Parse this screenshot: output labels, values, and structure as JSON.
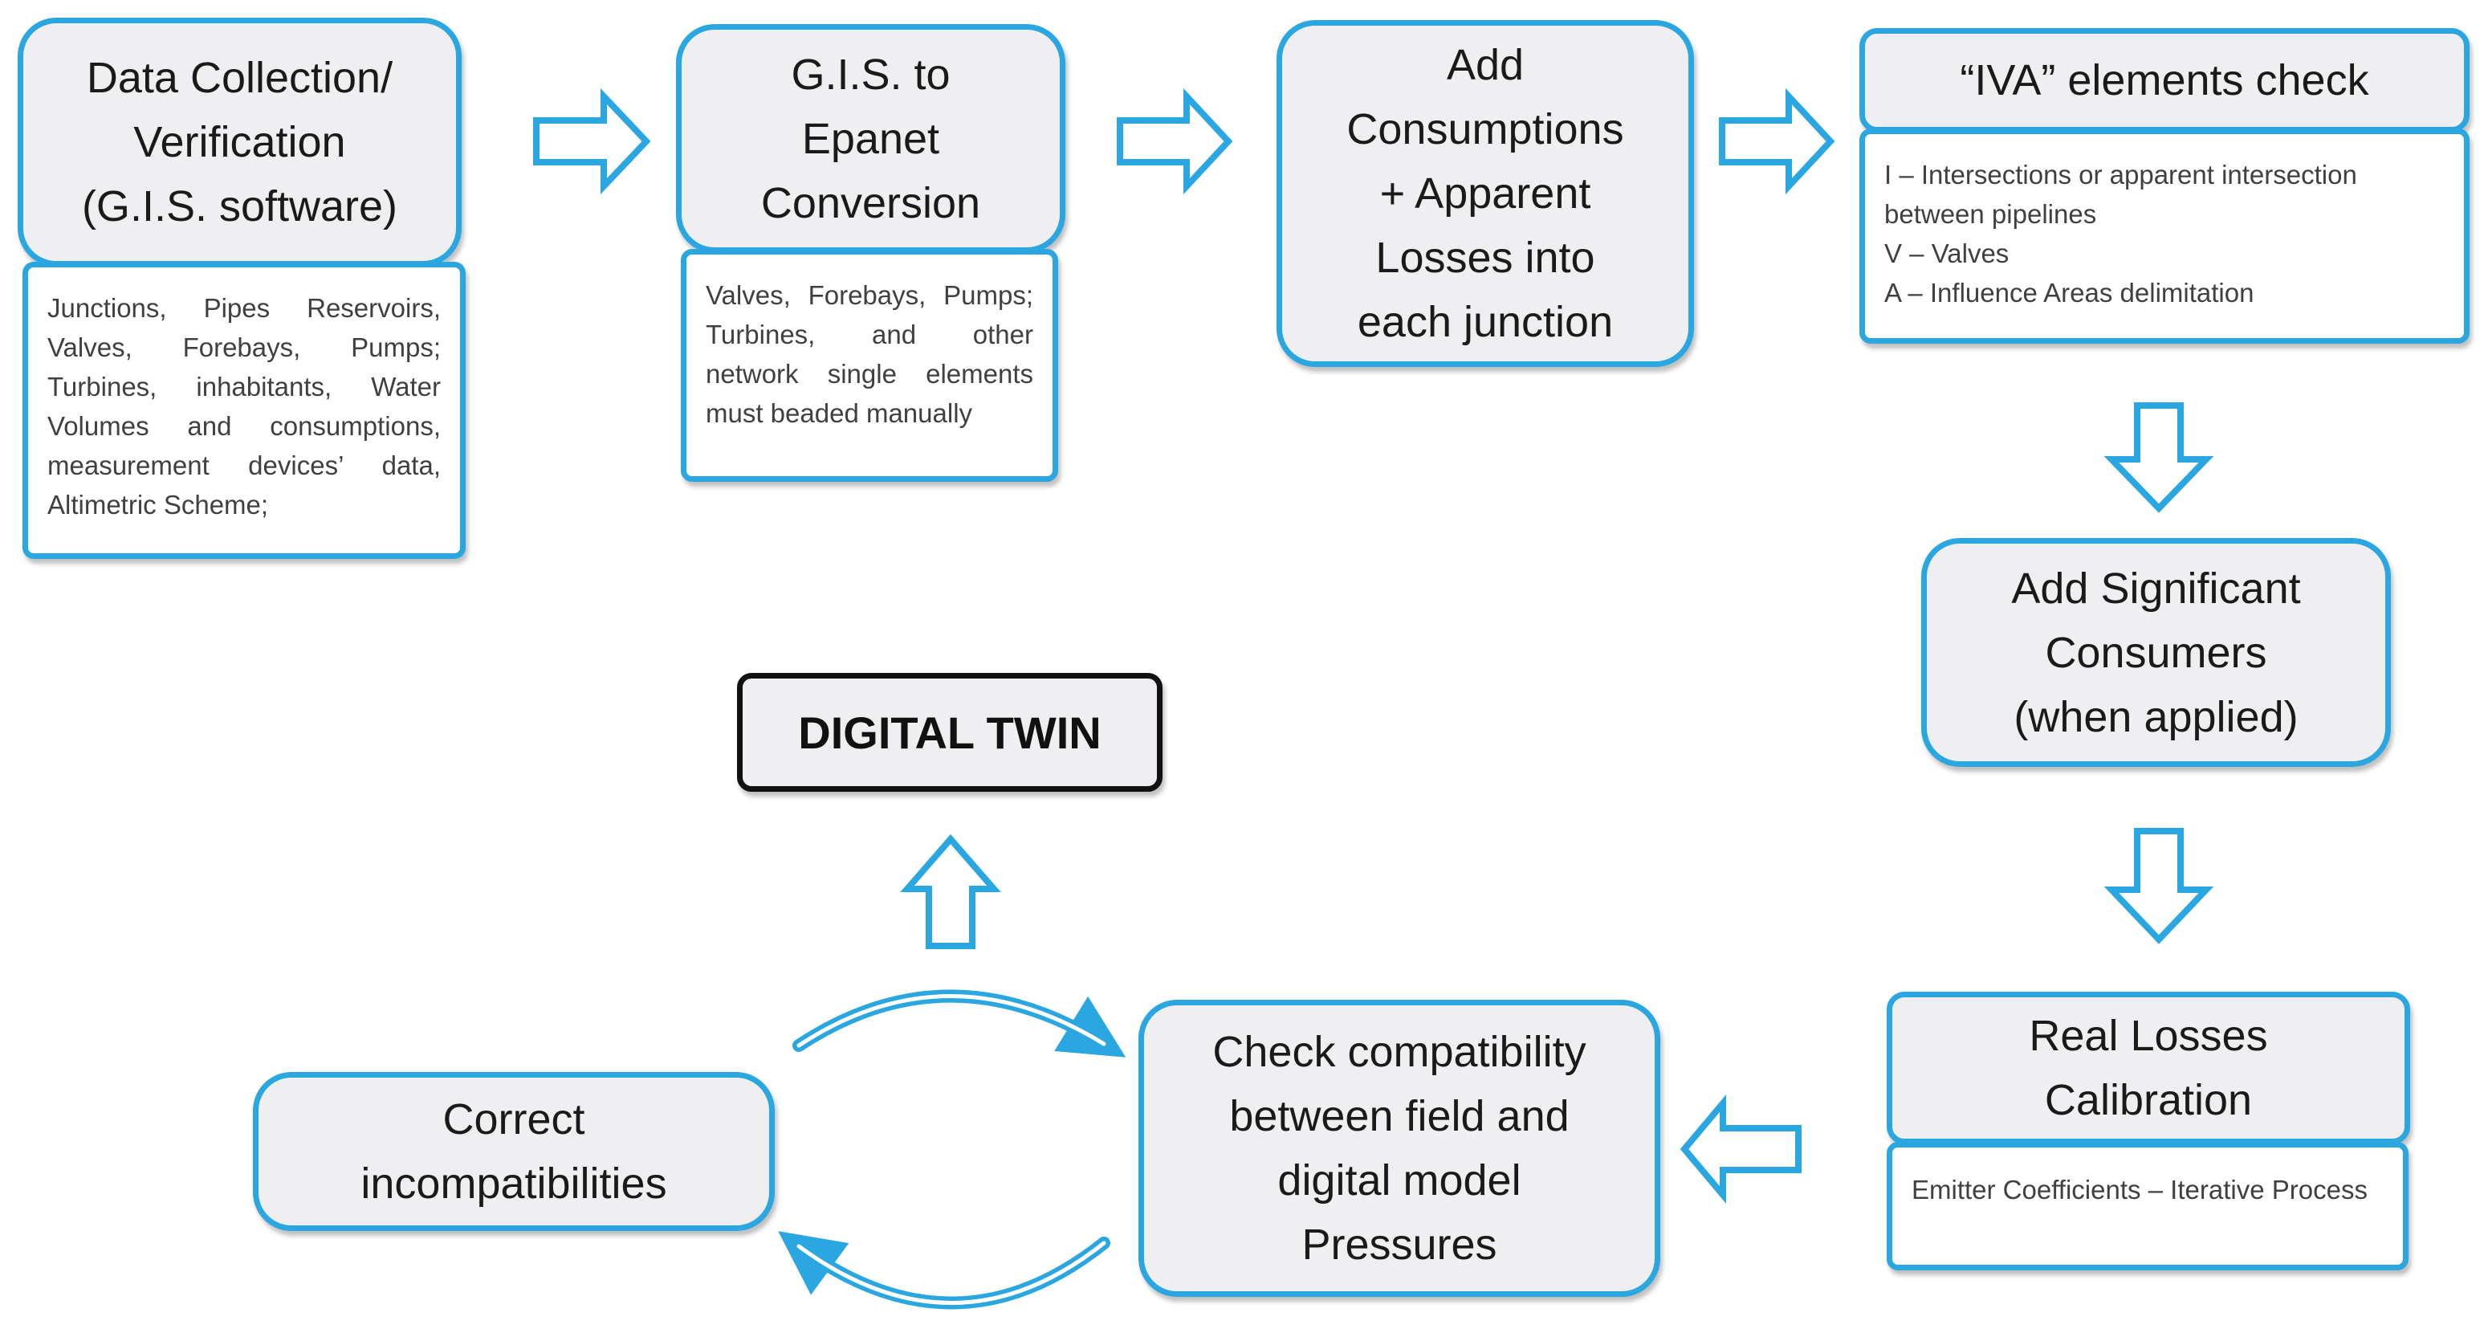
{
  "colors": {
    "accent": "#2aa6e0",
    "box_fill": "#efeff1",
    "twin_border": "#111111"
  },
  "steps": {
    "data_collection": {
      "title": "Data Collection/\nVerification\n(G.I.S. software)",
      "note": "Junctions, Pipes Reservoirs, Valves, Forebays, Pumps; Turbines, inhabitants, Water Volumes and consumptions, measurement devices’ data, Altimetric Scheme;"
    },
    "gis_conversion": {
      "title": "G.I.S. to\nEpanet\nConversion",
      "note": "Valves, Forebays, Pumps; Turbines, and other network single elements must beaded manually"
    },
    "add_consumptions": {
      "title": "Add\nConsumptions\n+ Apparent\nLosses into\neach junction"
    },
    "iva_check": {
      "title": "“IVA” elements check",
      "note": "I – Intersections or apparent intersection\nbetween pipelines\nV – Valves\nA – Influence Areas delimitation"
    },
    "significant_consumers": {
      "title": "Add Significant\nConsumers\n(when applied)"
    },
    "real_losses": {
      "title": "Real Losses\nCalibration",
      "note": "Emitter Coefficients – Iterative Process"
    },
    "check_compatibility": {
      "title": "Check compatibility\nbetween field and\ndigital model\nPressures"
    },
    "correct": {
      "title": "Correct\nincompatibilities"
    },
    "digital_twin": {
      "title": "DIGITAL TWIN"
    }
  }
}
